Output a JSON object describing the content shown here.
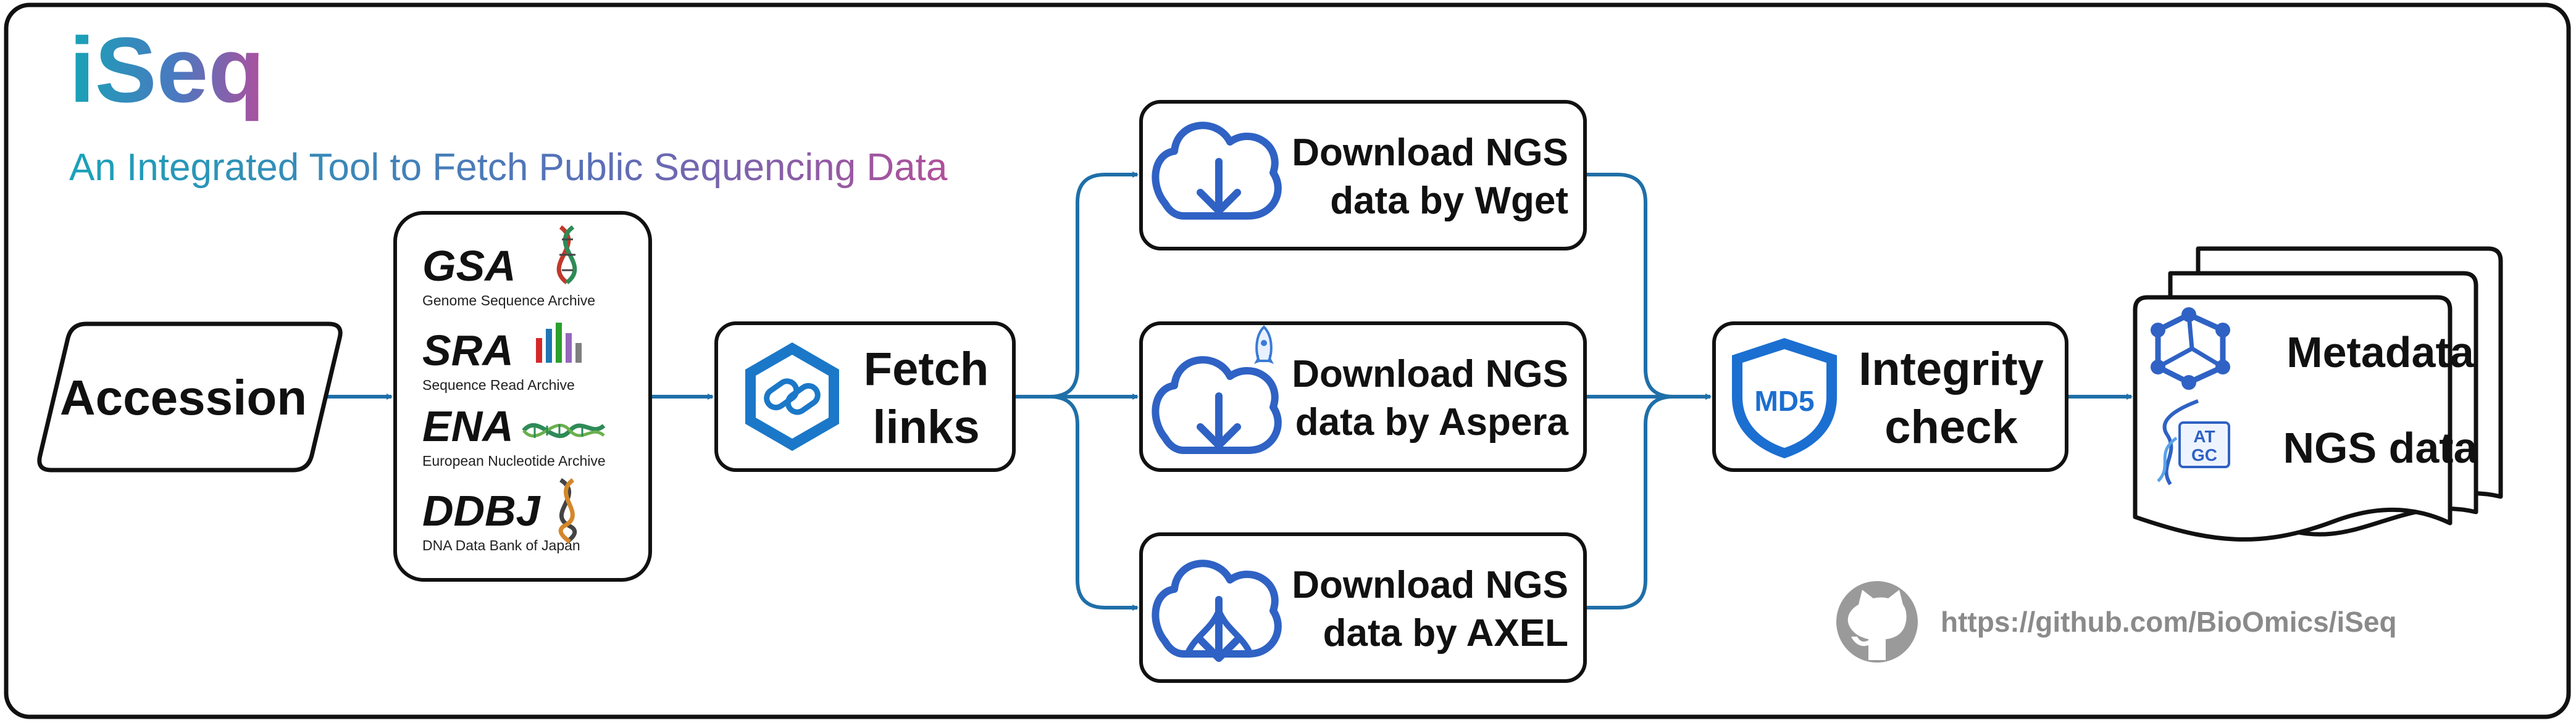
{
  "header": {
    "title": "iSeq",
    "subtitle": "An Integrated Tool to Fetch Public Sequencing Data"
  },
  "nodes": {
    "accession": "Accession",
    "databases": [
      {
        "abbr": "GSA",
        "name": "Genome Sequence Archive",
        "icon": "dna-helix-icon"
      },
      {
        "abbr": "SRA",
        "name": "Sequence Read Archive",
        "icon": "bar-chart-icon"
      },
      {
        "abbr": "ENA",
        "name": "European Nucleotide Archive",
        "icon": "dna-strand-icon"
      },
      {
        "abbr": "DDBJ",
        "name": "DNA Data Bank of Japan",
        "icon": "dna-helix-icon"
      }
    ],
    "fetch": {
      "line1": "Fetch",
      "line2": "links",
      "icon": "link-hexagon-icon"
    },
    "downloads": [
      {
        "line1": "Download NGS",
        "line2": "data by Wget",
        "icon": "cloud-download-icon"
      },
      {
        "line1": "Download NGS",
        "line2": "data by Aspera",
        "icon": "cloud-download-rocket-icon"
      },
      {
        "line1": "Download NGS",
        "line2": "data by AXEL",
        "icon": "cloud-download-multi-icon"
      }
    ],
    "integrity": {
      "line1": "Integrity",
      "line2": "check",
      "badge": "MD5",
      "icon": "md5-shield-icon"
    },
    "outputs": [
      {
        "label": "Metadata",
        "icon": "molecule-icon"
      },
      {
        "label": "NGS data",
        "icon": "atgc-dna-icon"
      }
    ],
    "output_dna_text": {
      "line1": "AT",
      "line2": "GC"
    }
  },
  "footer": {
    "repo_url": "https://github.com/BioOmics/iSeq",
    "icon": "github-icon"
  },
  "colors": {
    "arrow": "#1f6fa8",
    "icon_blue": "#2f62c4",
    "title_gradient": [
      "#1aa2b8",
      "#3a7bbf",
      "#b0509a"
    ],
    "subtitle_gradient": [
      "#1aa2b8",
      "#b0509a"
    ],
    "repo_text": "#8a8a8a"
  }
}
